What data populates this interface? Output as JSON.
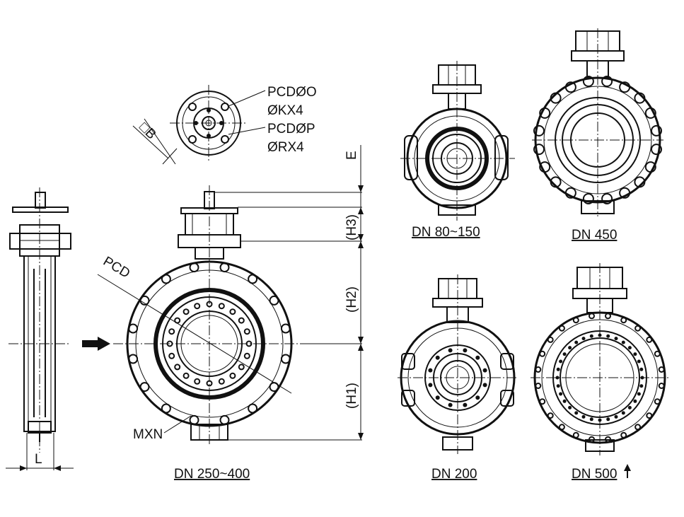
{
  "labels": {
    "pcd_o": "PCDØO",
    "kx4": "ØKX4",
    "pcd_p": "PCDØP",
    "rx4": "ØRX4",
    "b": "□B",
    "e": "E",
    "h1": "(H1)",
    "h2": "(H2)",
    "h3": "(H3)",
    "pcd": "PCD",
    "mxn": "MXN",
    "l": "L"
  },
  "captions": {
    "dn_80_150": "DN  80~150",
    "dn_450": "DN  450",
    "dn_250_400": "DN  250~400",
    "dn_200": "DN  200",
    "dn_500": "DN  500"
  },
  "icons": {
    "flow": "flow-arrow-icon",
    "up": "up-arrow-icon"
  }
}
